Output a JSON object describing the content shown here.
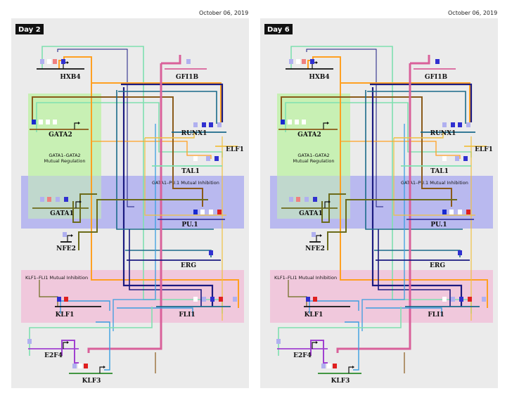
{
  "panels": [
    {
      "date": "October 06, 2019",
      "day": "Day 2"
    },
    {
      "date": "October 06, 2019",
      "day": "Day 6"
    }
  ],
  "regions": {
    "gata_mutual": "GATA1–GATA2\nMutual Regulation",
    "gata_pu1": "GATA1–PU.1 Mutual Inhibition",
    "klf_fli": "KLF1–FLI1 Mutual Inhibition"
  },
  "genes": [
    "HXB4",
    "GFI1B",
    "GATA2",
    "RUNX1",
    "ELF1",
    "TAL1",
    "GATA1",
    "PU.1",
    "NFE2",
    "ERG",
    "KLF1",
    "FLI1",
    "E2F4",
    "KLF3"
  ],
  "colors": {
    "panel_bg": "#ebebeb",
    "green_region": "#c8f0b4",
    "blue_region": "#b4b4f0",
    "pink_region": "#f0c8dc",
    "mint": "#7fe0b0",
    "orange": "#ffa022",
    "navy": "#1a1a80",
    "teal": "#1a6a8a",
    "pink": "#d9609a",
    "olive": "#6b6b1a",
    "brown": "#8a5a1a",
    "blue": "#3a9ee0",
    "purple": "#a040d0",
    "gold": "#f0c040"
  }
}
